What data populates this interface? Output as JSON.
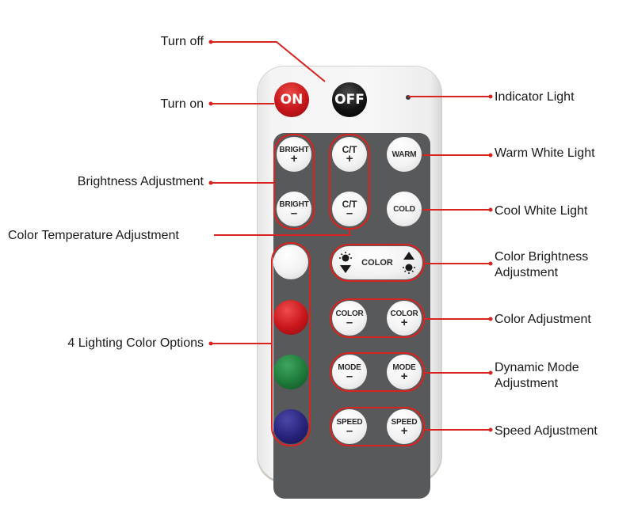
{
  "colors": {
    "callout_line": "#d8231f",
    "panel": "#58595b",
    "on_button": "#c8161b",
    "off_button": "#141414",
    "white_option": "#f2f2f2",
    "red_option": "#c8161b",
    "green_option": "#1e7a3a",
    "blue_option": "#27237a"
  },
  "labels": {
    "turn_off": "Turn off",
    "turn_on": "Turn on",
    "brightness": "Brightness Adjustment",
    "color_temperature": "Color Temperature Adjustment",
    "lighting_colors": "4 Lighting Color Options",
    "indicator": "Indicator Light",
    "warm": "Warm White Light",
    "cool": "Cool White Light",
    "color_brightness_1": "Color Brightness",
    "color_brightness_2": "Adjustment",
    "color_adjust": "Color Adjustment",
    "dynamic_mode_1": "Dynamic Mode",
    "dynamic_mode_2": "Adjustment",
    "speed": "Speed Adjustment"
  },
  "remote": {
    "on": "ON",
    "off": "OFF",
    "bright_plus": {
      "top": "BRIGHT",
      "sym": "+"
    },
    "bright_minus": {
      "top": "BRIGHT",
      "sym": "–"
    },
    "ct_plus": {
      "top": "C/T",
      "sym": "+"
    },
    "ct_minus": {
      "top": "C/T",
      "sym": "–"
    },
    "warm": "WARM",
    "cold": "COLD",
    "color_brightness": "COLOR",
    "color_minus": {
      "top": "COLOR",
      "sym": "–"
    },
    "color_plus": {
      "top": "COLOR",
      "sym": "+"
    },
    "mode_minus": {
      "top": "MODE",
      "sym": "–"
    },
    "mode_plus": {
      "top": "MODE",
      "sym": "+"
    },
    "speed_minus": {
      "top": "SPEED",
      "sym": "–"
    },
    "speed_plus": {
      "top": "SPEED",
      "sym": "+"
    }
  }
}
